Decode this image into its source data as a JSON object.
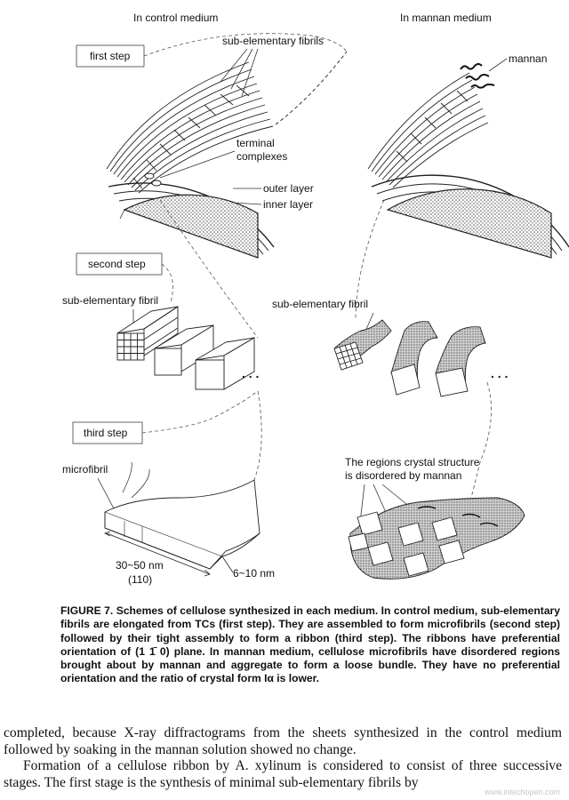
{
  "figure": {
    "headings": {
      "control": "In control medium",
      "mannan": "In mannan medium"
    },
    "steps": {
      "first": "first step",
      "second": "second step",
      "third": "third step"
    },
    "labels": {
      "sub_elementary_fibrils": "sub-elementary fibrils",
      "mannan": "mannan",
      "terminal_complexes_1": "terminal",
      "terminal_complexes_2": "complexes",
      "outer_layer": "outer layer",
      "inner_layer": "inner layer",
      "sub_elementary_fibril_control": "sub-elementary fibril",
      "sub_elementary_fibril_mannan": "sub-elementary fibril",
      "microfibril": "microfibril",
      "disordered_1": "The regions crystal structure",
      "disordered_2": "is disordered by mannan",
      "width_dim": "30~50 nm",
      "plane": "(110)",
      "thickness_dim": "6~10 nm",
      "ellipsis_1": ". . .",
      "ellipsis_2": ". . ."
    }
  },
  "caption": {
    "label": "FIGURE 7.",
    "text": "Schemes of cellulose synthesized in each medium. In control medium, sub-elementary fibrils are elongated from TCs (first step). They are assembled to form microfibrils (second step) followed by their tight assembly to form a ribbon (third step). The ribbons have preferential orientation of (1 1̄ 0) plane. In mannan medium, cellulose microfibrils have disordered regions brought about by mannan and aggregate to form a loose bundle. They have no preferential orientation and the ratio of crystal form Iα is lower."
  },
  "body": {
    "para1": "completed, because X-ray diffractograms from the sheets synthesized in the control medium followed by soaking in the mannan solution showed no change.",
    "para2": "Formation of a cellulose ribbon by A. xylinum is considered to consist of three successive stages. The first stage is the synthesis of minimal sub-elementary fibrils by"
  },
  "watermark": "www.intechopen.com"
}
